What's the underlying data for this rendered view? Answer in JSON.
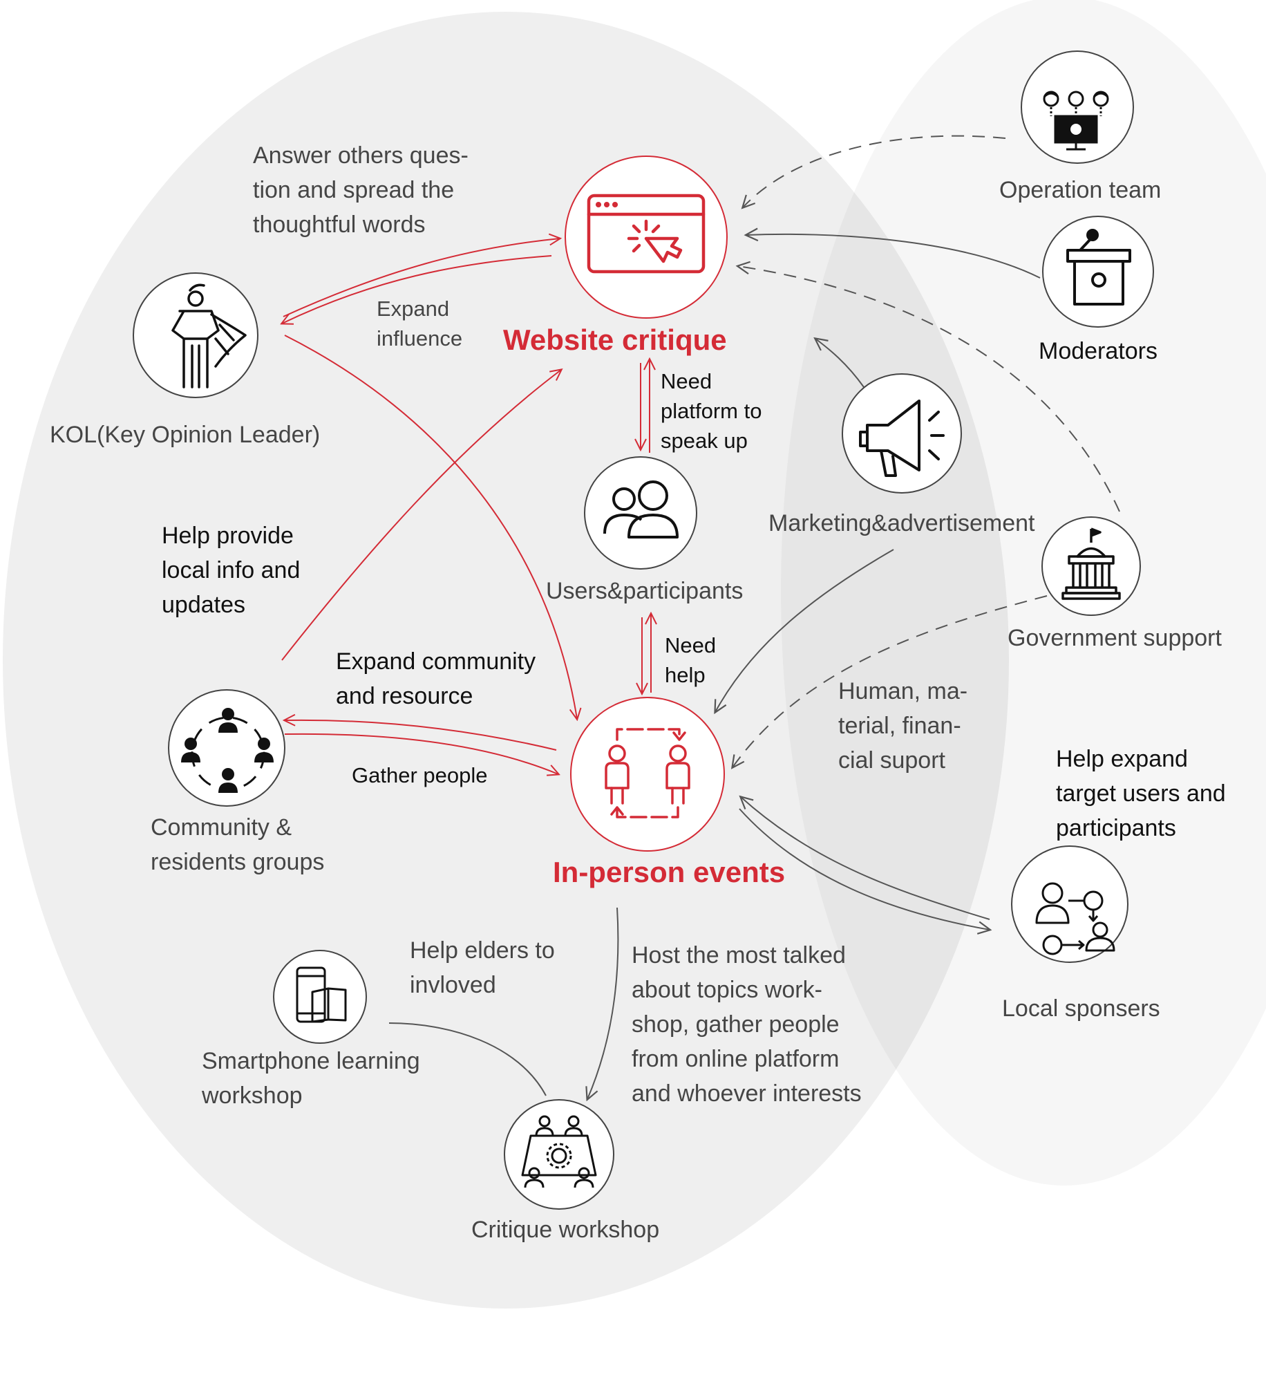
{
  "colors": {
    "accent_red": "#d42b36",
    "connector_gray": "#555555",
    "blob_light": "#efefef",
    "blob_lighter": "#f6f6f6",
    "overlap": "#e6e6e6"
  },
  "nodes": {
    "website_critique": {
      "label": "Website critique",
      "icon": "browser-click-icon"
    },
    "in_person_events": {
      "label": "In-person events",
      "icon": "people-exchange-icon"
    },
    "users": {
      "label": "Users&participants",
      "icon": "users-icon"
    },
    "kol": {
      "label": "KOL(Key Opinion Leader)",
      "icon": "hero-icon"
    },
    "community": {
      "label": "Community &\nresidents groups",
      "icon": "community-circle-icon"
    },
    "smartphone": {
      "label": "Smartphone learning\nworkshop",
      "icon": "phone-book-icon"
    },
    "critique_workshop": {
      "label": "Critique workshop",
      "icon": "meeting-table-icon"
    },
    "operation_team": {
      "label": "Operation team",
      "icon": "team-monitor-icon"
    },
    "moderators": {
      "label": "Moderators",
      "icon": "podium-icon"
    },
    "marketing": {
      "label": "Marketing&advertisement",
      "icon": "megaphone-icon"
    },
    "government": {
      "label": "Government support",
      "icon": "government-building-icon"
    },
    "sponsors": {
      "label": "Local sponsers",
      "icon": "sponsor-money-icon"
    }
  },
  "annotations": {
    "answer_questions": "Answer others ques-\ntion and spread the\nthoughtful words",
    "expand_influence": "Expand\ninfluence",
    "need_platform": "Need\nplatform to\nspeak up",
    "need_help": "Need\nhelp",
    "help_local_info": "Help provide\nlocal info and\nupdates",
    "expand_community": "Expand community\nand resource",
    "gather_people": "Gather people",
    "human_material": "Human, ma-\nterial, finan-\ncial suport",
    "help_expand_target": "Help expand\ntarget users and\nparticipants",
    "help_elders": "Help elders to\ninvloved",
    "host_topics": "Host the most talked\nabout topics work-\nshop, gather people\nfrom online platform\nand whoever interests"
  }
}
